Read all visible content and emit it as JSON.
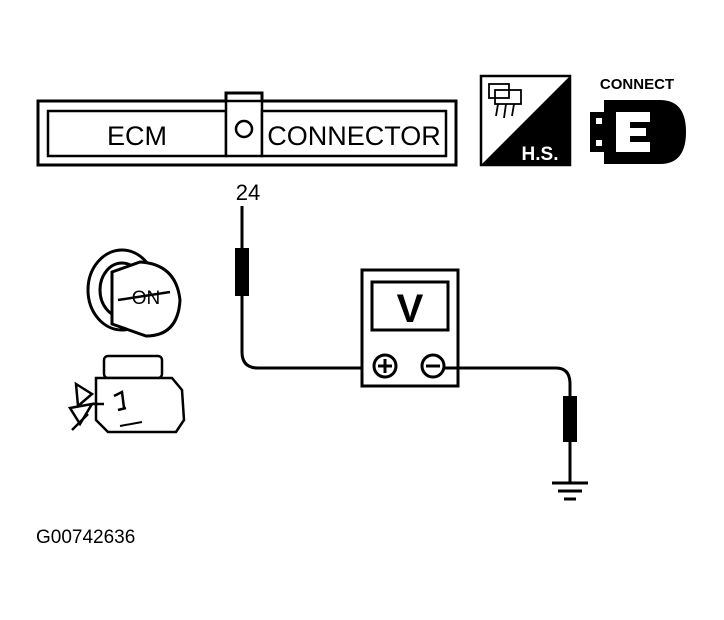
{
  "connector": {
    "left_label": "ECM",
    "right_label": "CONNECTOR"
  },
  "pin_number": "24",
  "hs_badge": {
    "label": "H.S."
  },
  "connect_badge": {
    "label": "CONNECT"
  },
  "ignition_key": {
    "label": "ON",
    "icon": "ignition-key-icon"
  },
  "engine_icon": {
    "icon": "engine-stopped-icon"
  },
  "meter": {
    "display": "V",
    "positive_icon": "plus-terminal-icon",
    "negative_icon": "minus-terminal-icon"
  },
  "ground": {
    "icon": "ground-symbol-icon"
  },
  "figure_id": "G00742636",
  "colors": {
    "ink": "#000000",
    "paper": "#ffffff"
  }
}
